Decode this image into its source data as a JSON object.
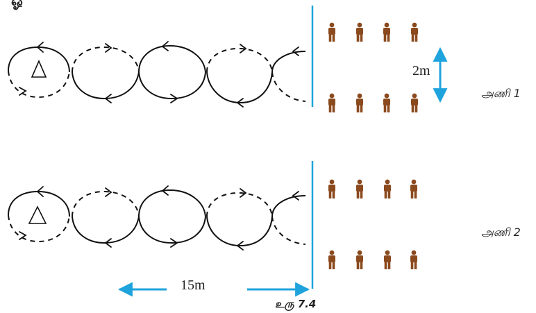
{
  "heading_fragment": "ஓ",
  "team_1_label": "அணி 1",
  "team_2_label": "அணி 2",
  "vertical_spacing_label": "2m",
  "horizontal_distance_label": "15m",
  "figure_caption": "உரு 7.4",
  "cone_symbol": "Δ",
  "colors": {
    "line": "#1ea3dc",
    "arrow": "#1ea3dc",
    "person": "#8b4a1e",
    "stroke": "#111111"
  },
  "teams": [
    {
      "label": "அணி 1",
      "rows": 2,
      "people_per_row": 4
    },
    {
      "label": "அணி 2",
      "rows": 2,
      "people_per_row": 4
    }
  ]
}
